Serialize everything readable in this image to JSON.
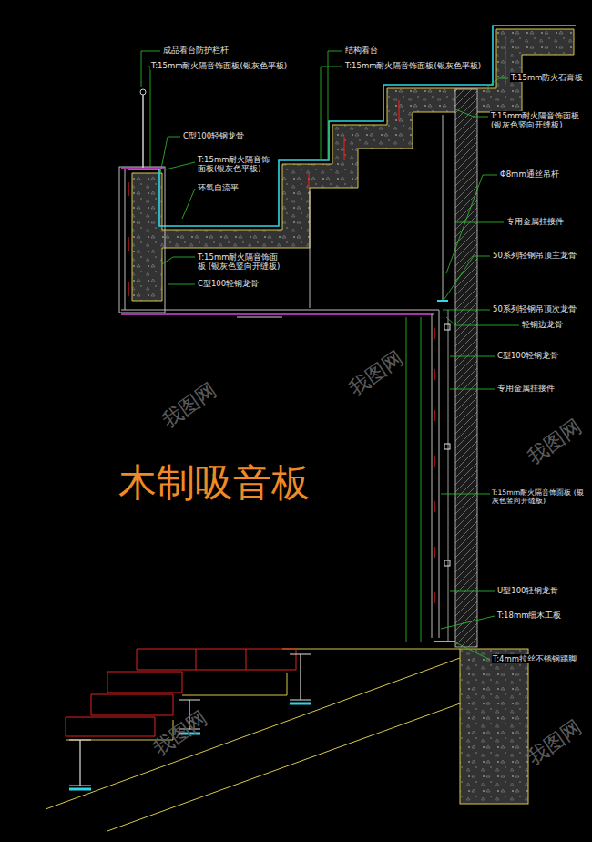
{
  "diagram": {
    "title": "木制吸音板",
    "labels": [
      "成品看台防护栏杆",
      "T:15mm耐火隔音饰面板(银灰色平板)",
      "结构看台",
      "T:15mm耐火隔音饰面板(银灰色平板)",
      "T:15mm防火石膏板",
      "T:15mm耐火隔音饰面板 (银灰色竖向开缝板)",
      "C型100轻钢龙骨",
      "T:15mm耐火隔音饰 面板(银灰色平板)",
      "环氧自流平",
      "Φ8mm通丝吊杆",
      "专用金属挂接件",
      "T:15mm耐火隔音饰面板 (银灰色竖向开缝板)",
      "C型100轻钢龙骨",
      "50系列轻钢吊顶主龙骨",
      "50系列轻钢吊顶次龙骨",
      "轻钢边龙骨",
      "C型100轻钢龙骨",
      "专用金属挂接件",
      "T:15mm耐火隔音饰面板 (银灰色竖向开缝板)",
      "U型100轻钢龙骨",
      "T:18mm细木工板",
      "T:4mm拉丝不锈钢踢脚",
      "我图网",
      "我图网",
      "我图网",
      "我图网",
      "我图网"
    ]
  }
}
